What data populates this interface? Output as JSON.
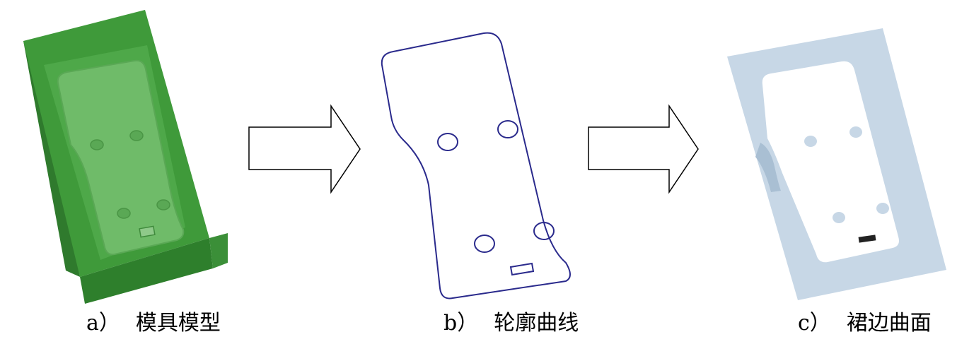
{
  "panels": [
    {
      "tag": "a）",
      "label": "模具模型"
    },
    {
      "tag": "b）",
      "label": "轮廓曲线"
    },
    {
      "tag": "c）",
      "label": "裙边曲面"
    }
  ],
  "colors": {
    "mold_green": "#3f9a3a",
    "mold_green_dark": "#2f7a2d",
    "mold_green_light": "#8fc98a",
    "curve_blue": "#2a2a8c",
    "surface_blue": "#c7d7e6",
    "arrow_stroke": "#000000"
  },
  "icons": [
    "right-arrow-icon",
    "right-arrow-icon"
  ]
}
